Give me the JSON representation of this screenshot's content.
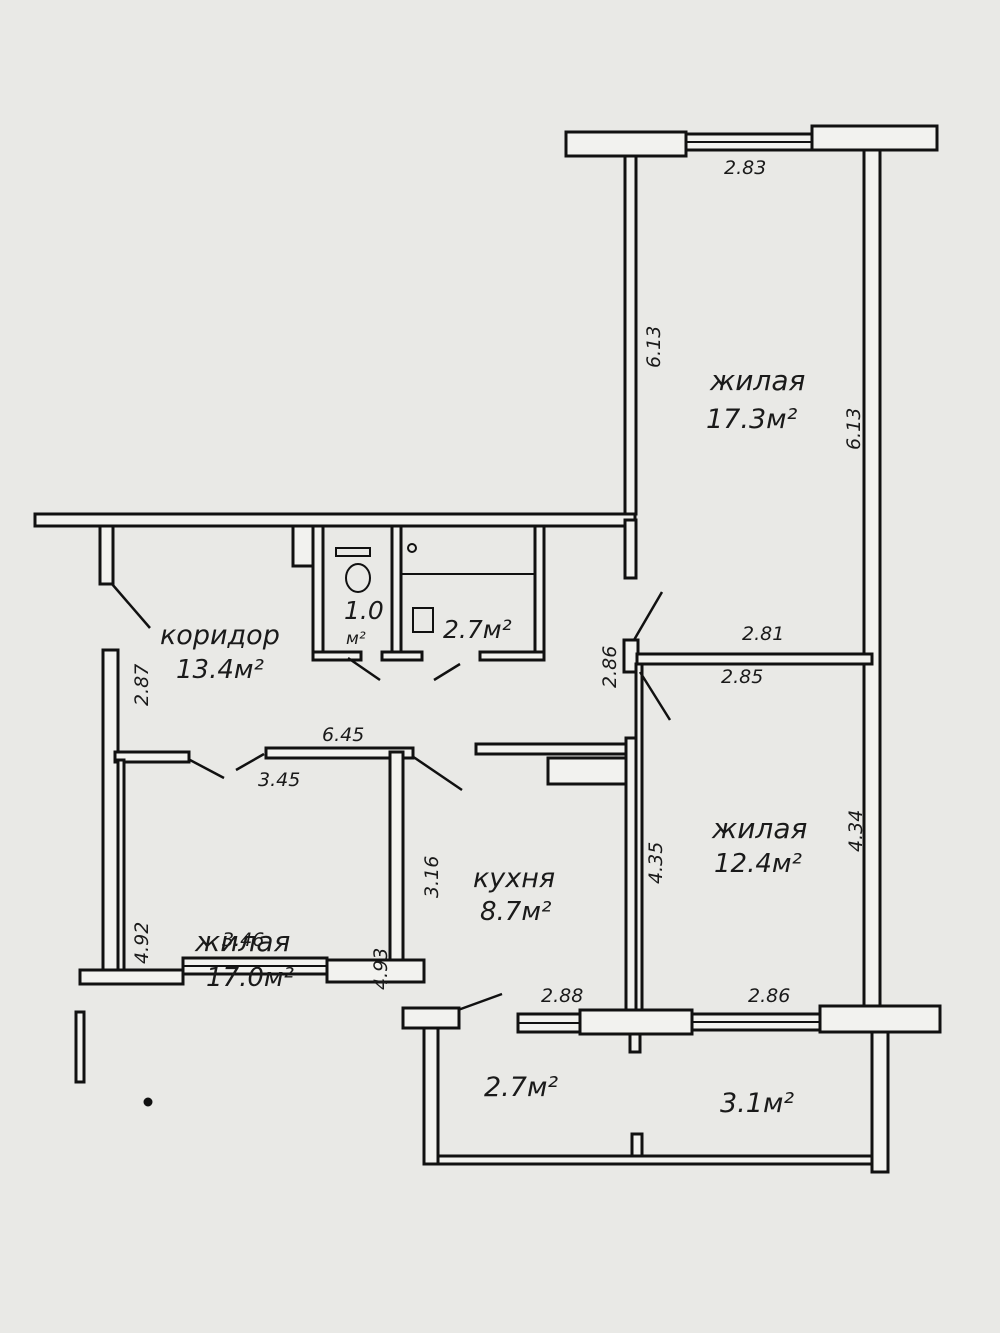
{
  "colors": {
    "paper": "#e9e9e6",
    "wall_outline": "#111111",
    "wall_fill": "#f2f2ef",
    "ink": "#1a1a1a"
  },
  "rooms": {
    "bedroom_top": {
      "name": "жилая",
      "area": "17.3м²"
    },
    "corridor": {
      "name": "коридор",
      "area": "13.4м²"
    },
    "wc": {
      "area_value": "1.0",
      "area_unit": "м²"
    },
    "bath": {
      "area": "2.7м²"
    },
    "bedroom_left": {
      "name": "жилая",
      "area": "17.0м²"
    },
    "kitchen": {
      "name": "кухня",
      "area": "8.7м²"
    },
    "bedroom_right": {
      "name": "жилая",
      "area": "12.4м²"
    },
    "loggia_left": {
      "area": "2.7м²"
    },
    "loggia_right": {
      "area": "3.1м²"
    }
  },
  "dimensions": {
    "top_room_width": "2.83",
    "top_room_left_height": "6.13",
    "top_room_right_height": "6.13",
    "top_room_bottom_width": "2.81",
    "corridor_height": "2.87",
    "corridor_length": "6.45",
    "left_room_top_width": "3.45",
    "left_room_left_height": "4.92",
    "left_room_right_height": "4.93",
    "left_room_bottom_width": "3.46",
    "kitchen_height": "3.16",
    "kitchen_bottom_width": "2.88",
    "door_gap": "2.86",
    "right_room_top_width": "2.85",
    "right_room_left_height": "4.35",
    "right_room_right_height": "4.34",
    "right_room_bottom_width": "2.86"
  }
}
